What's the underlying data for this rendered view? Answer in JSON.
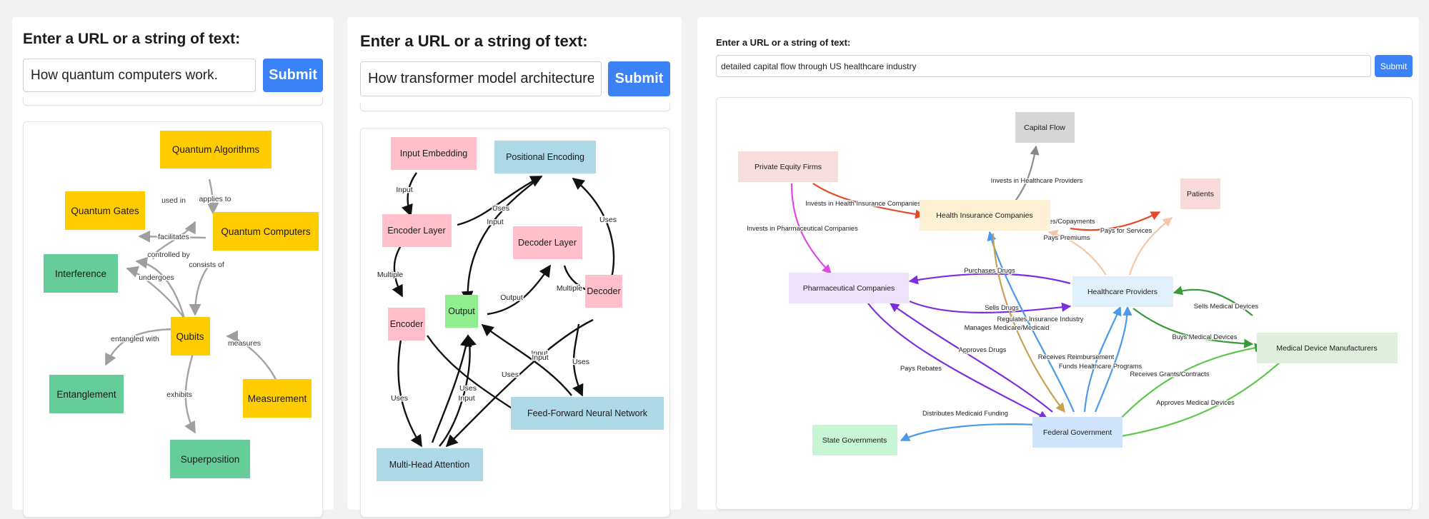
{
  "panels": [
    {
      "title": "Enter a URL or a string of text:",
      "input_value": "How quantum computers work.",
      "submit_label": "Submit"
    },
    {
      "title": "Enter a URL or a string of text:",
      "input_value": "How transformer model architecture",
      "submit_label": "Submit"
    },
    {
      "title": "Enter a URL or a string of text:",
      "input_value": "detailed capital flow through US healthcare industry",
      "submit_label": "Submit"
    }
  ],
  "colors": {
    "submit": "#3b82f6",
    "yellow": "#ffcc00",
    "green": "#66cc99",
    "pink": "#ffc0cb",
    "lightblue": "#add8e6",
    "lightgreen": "#90ee90",
    "edge_gray": "#9e9e9e",
    "edge_black": "#111111"
  },
  "graphs": [
    {
      "nodes": {
        "quantum_algorithms": {
          "label": "Quantum Algorithms",
          "color": "#ffcc00"
        },
        "quantum_gates": {
          "label": "Quantum Gates",
          "color": "#ffcc00"
        },
        "quantum_computers": {
          "label": "Quantum Computers",
          "color": "#ffcc00"
        },
        "interference": {
          "label": "Interference",
          "color": "#66cc99"
        },
        "qubits": {
          "label": "Qubits",
          "color": "#ffcc00"
        },
        "entanglement": {
          "label": "Entanglement",
          "color": "#66cc99"
        },
        "measurement": {
          "label": "Measurement",
          "color": "#ffcc00"
        },
        "superposition": {
          "label": "Superposition",
          "color": "#66cc99"
        }
      },
      "edges": [
        {
          "label": "used in"
        },
        {
          "label": "applies to"
        },
        {
          "label": "facilitates"
        },
        {
          "label": "controlled by"
        },
        {
          "label": "consists of"
        },
        {
          "label": "undergoes"
        },
        {
          "label": "entangled with"
        },
        {
          "label": "measures"
        },
        {
          "label": "exhibits"
        }
      ]
    },
    {
      "nodes": {
        "input_embedding": {
          "label": "Input Embedding",
          "color": "#ffc0cb"
        },
        "positional_encoding": {
          "label": "Positional Encoding",
          "color": "#add8e6"
        },
        "encoder_layer": {
          "label": "Encoder Layer",
          "color": "#ffc0cb"
        },
        "decoder_layer": {
          "label": "Decoder Layer",
          "color": "#ffc0cb"
        },
        "decoder": {
          "label": "Decoder",
          "color": "#ffc0cb"
        },
        "encoder": {
          "label": "Encoder",
          "color": "#ffc0cb"
        },
        "output": {
          "label": "Output",
          "color": "#90ee90"
        },
        "ffnn": {
          "label": "Feed-Forward Neural Network",
          "color": "#add8e6"
        },
        "mha": {
          "label": "Multi-Head Attention",
          "color": "#add8e6"
        }
      },
      "edges": [
        {
          "label": "Input"
        },
        {
          "label": "Uses"
        },
        {
          "label": "Input"
        },
        {
          "label": "Multiple"
        },
        {
          "label": "Uses"
        },
        {
          "label": "Multiple"
        },
        {
          "label": "Output"
        },
        {
          "label": "Uses"
        },
        {
          "label": "Input"
        },
        {
          "label": "Uses"
        },
        {
          "label": "Uses"
        },
        {
          "label": "Input"
        },
        {
          "label": "Uses"
        },
        {
          "label": "Input"
        }
      ]
    },
    {
      "nodes": {
        "capital_flow": {
          "label": "Capital Flow",
          "color": "#d6d6d6"
        },
        "private_equity": {
          "label": "Private Equity Firms",
          "color": "#f7dede"
        },
        "patients": {
          "label": "Patients",
          "color": "#f9dada"
        },
        "health_insurance": {
          "label": "Health Insurance Companies",
          "color": "#fcf1d2"
        },
        "pharma": {
          "label": "Pharmaceutical Companies",
          "color": "#efe2fb"
        },
        "providers": {
          "label": "Healthcare Providers",
          "color": "#e0f0fb"
        },
        "device_mfr": {
          "label": "Medical Device Manufacturers",
          "color": "#dfeedd"
        },
        "state_gov": {
          "label": "State Governments",
          "color": "#c8f5d3"
        },
        "federal_gov": {
          "label": "Federal Government",
          "color": "#cfe3fb"
        }
      },
      "edges": [
        {
          "label": "Invests in Healthcare Providers"
        },
        {
          "label": "Invests in Health Insurance Companies"
        },
        {
          "label": "Invests in Pharmaceutical Companies"
        },
        {
          "label": "Collects Deductibles/Copayments"
        },
        {
          "label": "Pays for Services"
        },
        {
          "label": "Pays Premiums"
        },
        {
          "label": "Purchases Drugs"
        },
        {
          "label": "Sells Drugs"
        },
        {
          "label": "Regulates Insurance Industry"
        },
        {
          "label": "Manages Medicare/Medicaid"
        },
        {
          "label": "Sells Medical Devices"
        },
        {
          "label": "Buys Medical Devices"
        },
        {
          "label": "Approves Drugs"
        },
        {
          "label": "Pays Rebates"
        },
        {
          "label": "Receives Reimbursement"
        },
        {
          "label": "Funds Healthcare Programs"
        },
        {
          "label": "Receives Grants/Contracts"
        },
        {
          "label": "Approves Medical Devices"
        },
        {
          "label": "Distributes Medicaid Funding"
        }
      ]
    }
  ]
}
